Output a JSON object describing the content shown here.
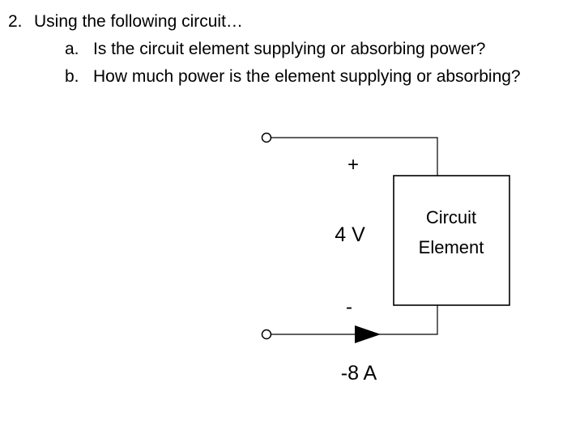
{
  "question": {
    "number": "2.",
    "prompt": "Using the following circuit…",
    "subquestions": [
      {
        "letter": "a.",
        "text": "Is the circuit element supplying or absorbing power?"
      },
      {
        "letter": "b.",
        "text": "How much power is the element supplying or absorbing?"
      }
    ]
  },
  "circuit": {
    "plus_label": "+",
    "voltage_label": "4 V",
    "minus_label": "-",
    "current_label": "-8 A",
    "element_line1": "Circuit",
    "element_line2": "Element"
  }
}
